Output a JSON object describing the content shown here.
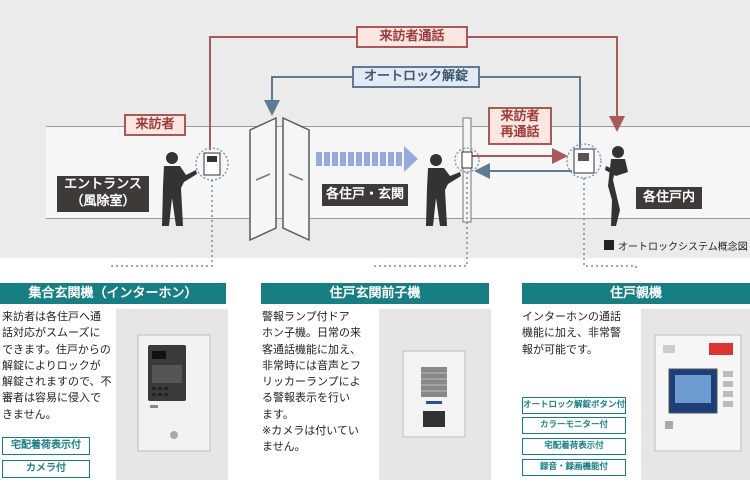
{
  "diagram": {
    "labels": {
      "visitor_call": "来訪者通話",
      "autolock_release": "オートロック解錠",
      "visitor": "来訪者",
      "revisitor_call": "来訪者\n再通話",
      "entrance": "エントランス\n（風除室）",
      "unit_entrance": "各住戸・玄関",
      "unit_interior": "各住戸内",
      "caption": "オートロックシステム概念図"
    },
    "colors": {
      "red_line": "#a85a58",
      "blue_line": "#5f7a92",
      "teal": "#177e84",
      "dark_label": "#3d3a38"
    }
  },
  "devices": [
    {
      "title": "集合玄関機（インターホン）",
      "description": "来訪者は各住戸へ通\n話対応がスムーズに\nできます。住戸からの\n解錠によりロックが\n解錠されますので、不\n審者は容易に侵入で\nきません。",
      "features": [
        "宅配着荷表示付",
        "カメラ付"
      ]
    },
    {
      "title": "住戸玄関前子機",
      "description": "警報ランプ付ドア\nホン子機。日常の来\n客通話機能に加え、\n非常時には音声とフ\nリッカーランプによ\nる警報表示を行い\nます。\n※カメラは付いてい\nません。",
      "features": []
    },
    {
      "title": "住戸親機",
      "description": "インターホンの通話\n機能に加え、非常警\n報が可能です。",
      "features": [
        "オートロック解錠ボタン付",
        "カラーモニター付",
        "宅配着荷表示付",
        "録音・録画機能付"
      ]
    }
  ]
}
